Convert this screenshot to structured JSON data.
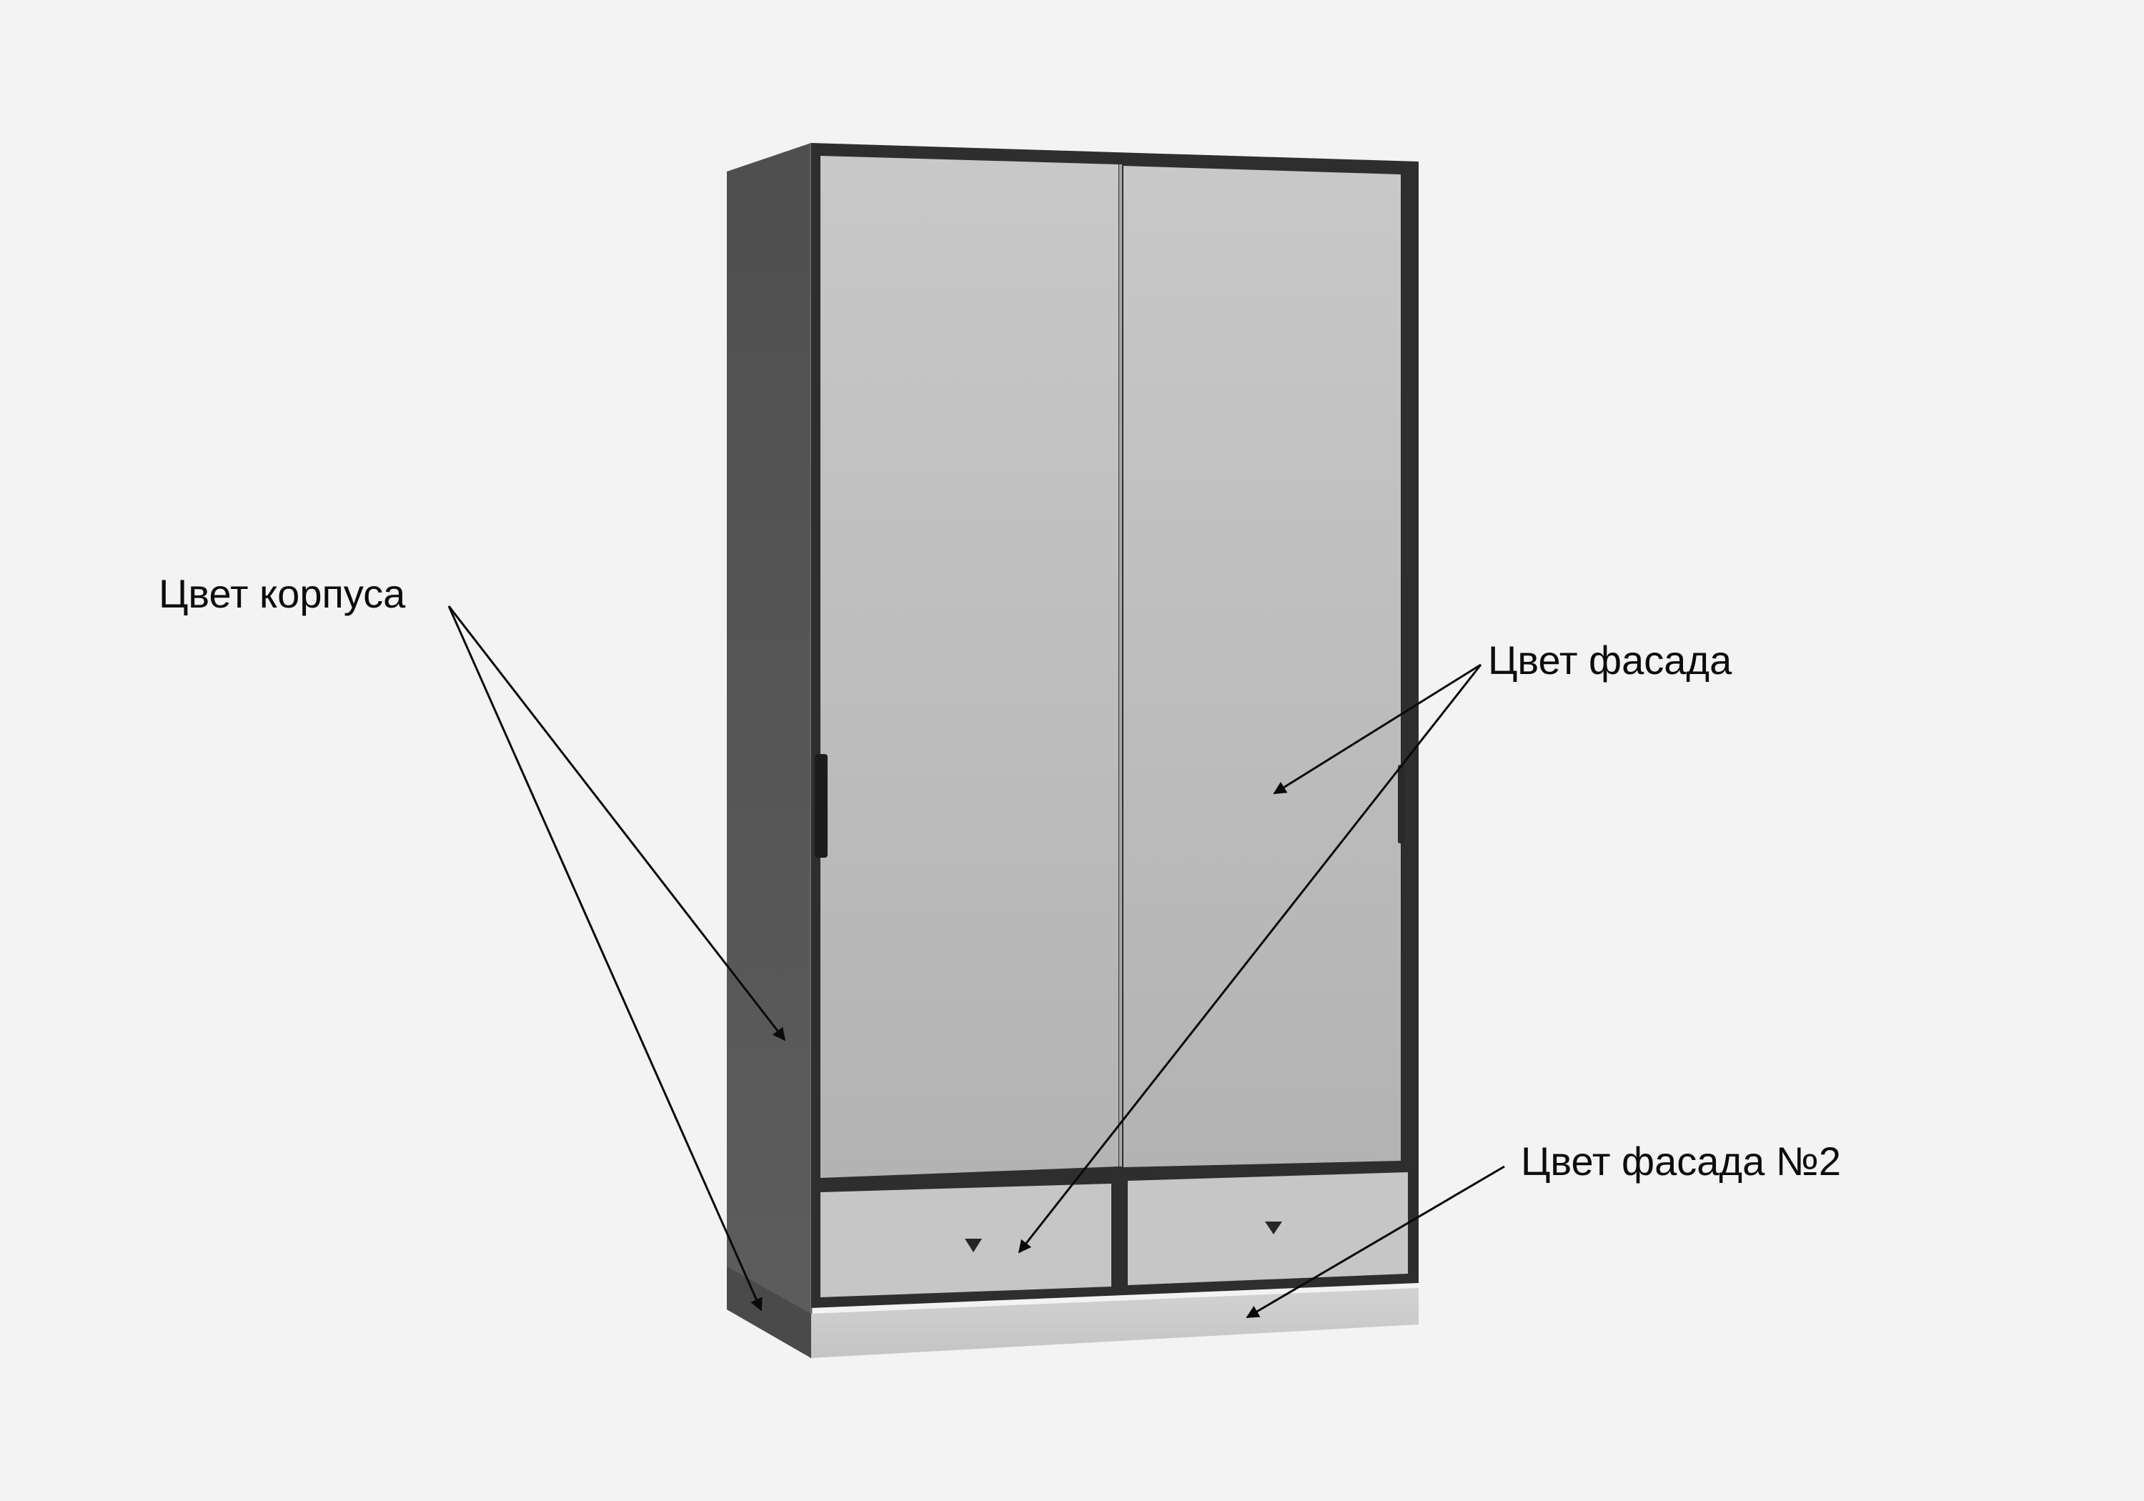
{
  "labels": {
    "body_color": "Цвет корпуса",
    "facade_color": "Цвет фасада",
    "facade_color_2": "Цвет фасада №2"
  },
  "colors": {
    "background": "#f3f3f3",
    "body": "#565656",
    "body_dark": "#3c3c3c",
    "frame": "#303030",
    "facade": "#c2c2c2",
    "facade_2": "#cbcbcb",
    "arrow": "#0a0a0a"
  }
}
